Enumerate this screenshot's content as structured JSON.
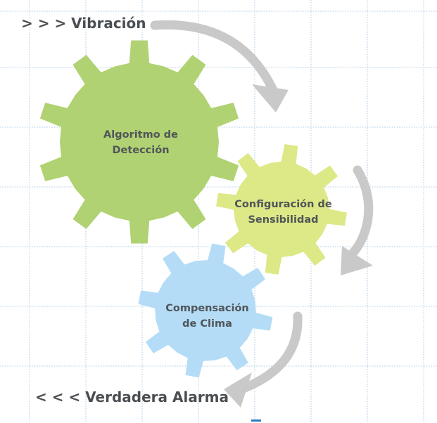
{
  "input_label": "> > > Vibración",
  "output_label": "< < < Verdadera Alarma",
  "gears": [
    {
      "name": "detection-gear",
      "label_line1": "Algoritmo de",
      "label_line2": "Detección",
      "color": "#b0d272"
    },
    {
      "name": "sensitivity-gear",
      "label_line1": "Configuración de",
      "label_line2": "Sensibilidad",
      "color": "#dde886"
    },
    {
      "name": "climate-gear",
      "label_line1": "Compensación",
      "label_line2": "de Clima",
      "color": "#b4dcf6"
    }
  ],
  "colors": {
    "grid": "#a9c9e3",
    "arrow": "#c9c9c9",
    "text": "#4a4e52",
    "accent": "#2a7dc0"
  }
}
